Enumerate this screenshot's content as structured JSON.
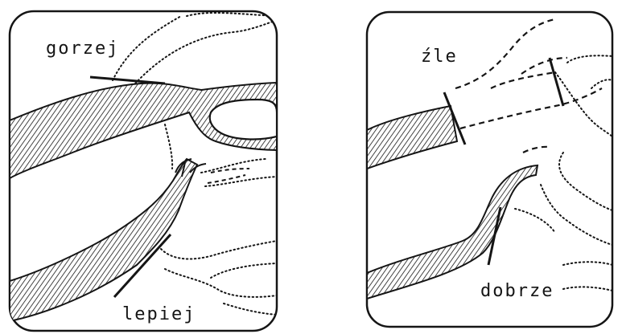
{
  "panels": {
    "left": {
      "label_worse": "gorzej",
      "label_better": "lepiej"
    },
    "right": {
      "label_bad": "źle",
      "label_good": "dobrze"
    }
  },
  "colors": {
    "ink": "#151515",
    "background": "#ffffff"
  }
}
